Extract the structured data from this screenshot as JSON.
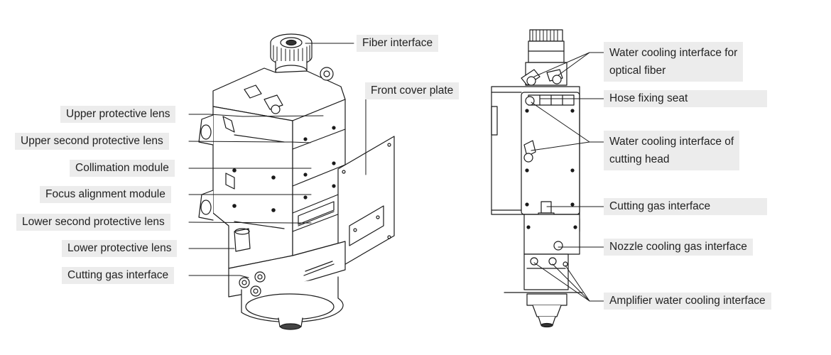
{
  "callouts": {
    "upper_protective_lens": "Upper protective lens",
    "upper_second_protective_lens": "Upper second protective lens",
    "collimation_module": "Collimation module",
    "focus_alignment_module": "Focus alignment module",
    "lower_second_protective_lens": "Lower second protective lens",
    "lower_protective_lens": "Lower protective lens",
    "cutting_gas_interface_left": "Cutting gas interface",
    "fiber_interface": "Fiber interface",
    "front_cover_plate": "Front cover plate",
    "water_cooling_optical_fiber_line1": "Water cooling interface for",
    "water_cooling_optical_fiber_line2": "optical fiber",
    "hose_fixing_seat": "Hose fixing seat",
    "water_cooling_cutting_head_line1": "Water cooling interface of",
    "water_cooling_cutting_head_line2": "cutting head",
    "cutting_gas_interface_right": "Cutting gas interface",
    "nozzle_cooling_gas_interface": "Nozzle cooling gas interface",
    "amplifier_water_cooling_interface": "Amplifier water cooling interface"
  }
}
